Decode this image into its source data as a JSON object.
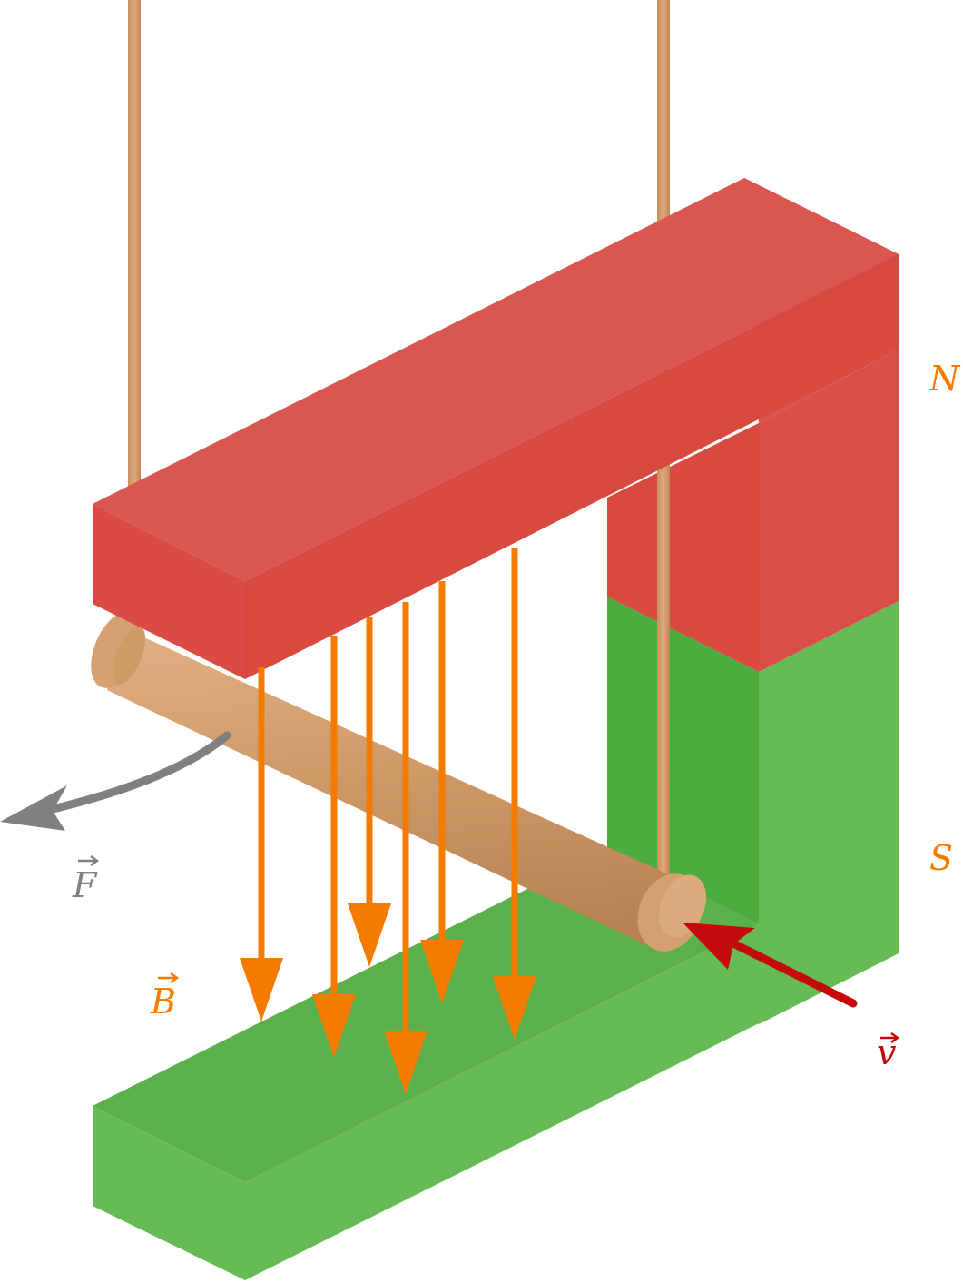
{
  "labels": {
    "north": "N",
    "south": "S",
    "force": "F",
    "field": "B",
    "velocity": "v"
  },
  "colors": {
    "north_pole": "#d9534d",
    "south_pole": "#66bb55",
    "rod": "#cf9a68",
    "field_lines": "#f57a00",
    "force_arrow": "#808080",
    "velocity_arrow": "#c40a0a"
  },
  "icons": {
    "vector_marker": "right-arrow-over-symbol"
  }
}
